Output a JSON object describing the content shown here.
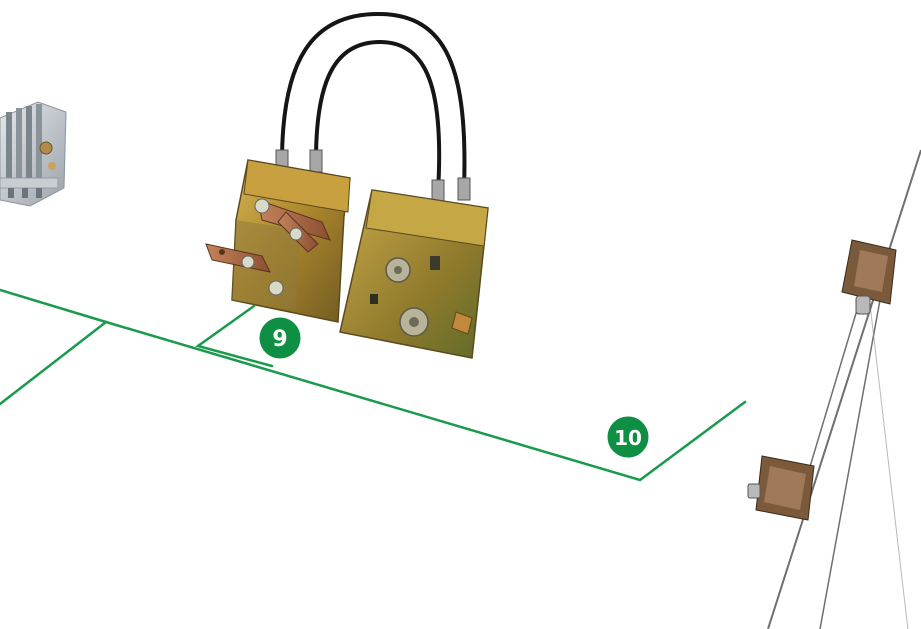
{
  "callouts": [
    {
      "label": "9"
    },
    {
      "label": "10"
    }
  ],
  "colors": {
    "leader_line": "#1a9a4b",
    "badge_fill": "#0f8f43",
    "badge_ring": "#ffffff",
    "cable": "#151515",
    "plate_metal": "#b58a2c",
    "steel_wire": "#6f6f6f"
  },
  "images": [
    {
      "name": "contactor-block"
    },
    {
      "name": "cable-interlock-plates"
    },
    {
      "name": "wire-interlock-sliders"
    }
  ]
}
